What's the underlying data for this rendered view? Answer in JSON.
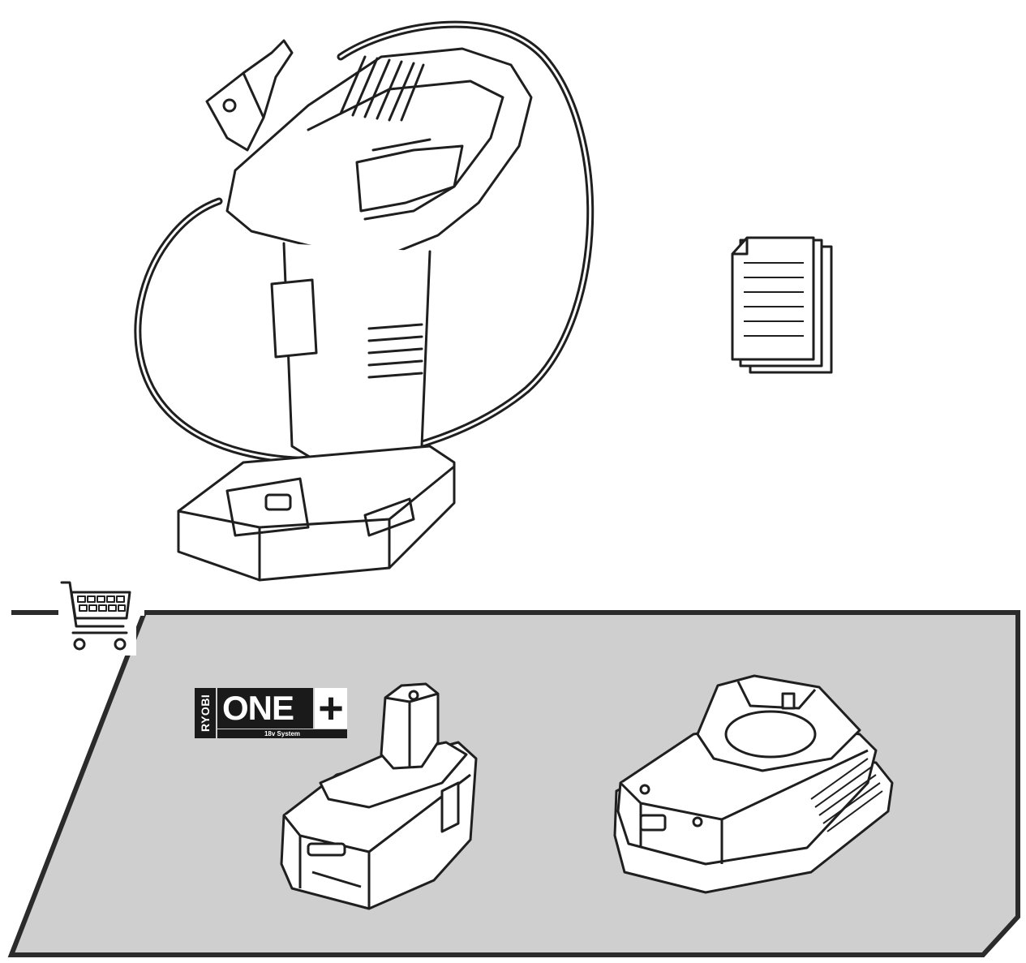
{
  "logo": {
    "brand": "RYOBI",
    "name": "ONE",
    "plus": "+",
    "system": "18v System"
  },
  "colors": {
    "panel_fill": "#cfcfcf",
    "panel_stroke": "#2b2b2b",
    "line": "#1f1f1f"
  },
  "icons": [
    "inflator-illustration",
    "documents-icon",
    "shopping-cart-icon",
    "battery-illustration",
    "charger-illustration"
  ]
}
